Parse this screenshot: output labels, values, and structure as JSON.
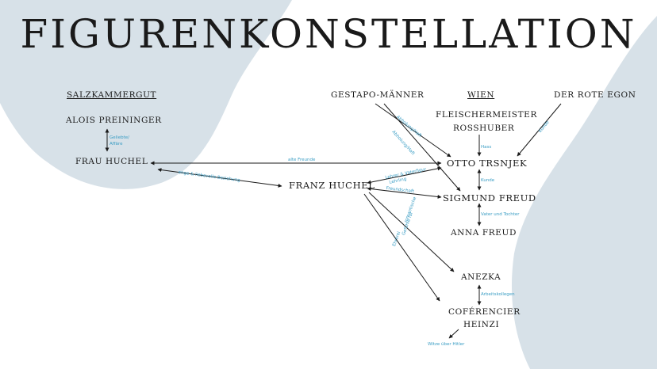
{
  "title": "FIGURENKONSTELLATION",
  "colors": {
    "blob": "#d7e1e8",
    "arrow": "#1a1a1a",
    "relation": "#3a9dc4",
    "text": "#1a1a1a"
  },
  "groups": {
    "salzkammergut": "SALZKAMMERGUT",
    "wien": "WIEN"
  },
  "characters": {
    "alois": "ALOIS PREININGER",
    "frau_huchel": "FRAU HUCHEL",
    "franz": "FRANZ HUCHEL",
    "gestapo": "GESTAPO-MÄNNER",
    "fleischer_line1": "FLEISCHERMEISTER",
    "fleischer_line2": "ROSSHUBER",
    "egon": "DER ROTE EGON",
    "otto": "OTTO TRSNJEK",
    "freud": "SIGMUND FREUD",
    "anna": "ANNA FREUD",
    "anezka": "ANEZKA",
    "conf_line1": "COFÉRENCIER",
    "conf_line2": "HEINZI"
  },
  "relations": {
    "geliebte_1": "Geliebte/",
    "geliebte_2": "Affäre",
    "alte_freunde": "alte Freunde",
    "enge": "enge & liebevolle Beziehung",
    "lehrer": "Lehrer & Vaterfigur",
    "lehrling": "Lehrling",
    "freundschaft": "Freundschaft",
    "hass": "Hass",
    "kunde_1": "Kunde",
    "kunde_2": "Kunde",
    "vater": "Vater und Tochter",
    "abholung_1": "Abholung/Haft",
    "abholung_2": "Abholung/Haft",
    "romantische_1": "romantische",
    "romantische_2": "Gefühle für",
    "ehrerei": "Ehrerei",
    "arbeit": "Arbeitskollegen",
    "witze": "Witze über Hitler"
  }
}
